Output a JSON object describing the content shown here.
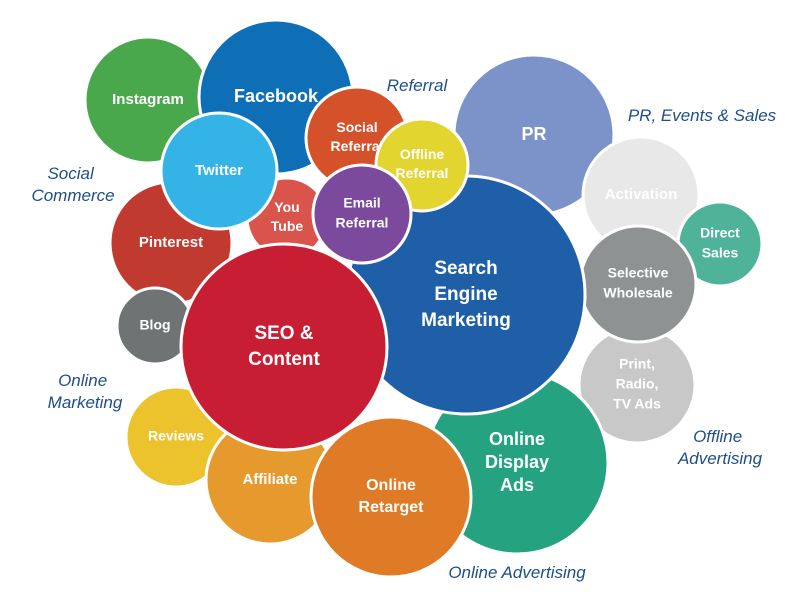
{
  "diagram": {
    "group_labels": {
      "referral": "Referral",
      "pr_events_sales": "PR, Events & Sales",
      "social_commerce": [
        "Social",
        "Commerce"
      ],
      "online_marketing": [
        "Online",
        "Marketing"
      ],
      "offline_advertising": [
        "Offline",
        "Advertising"
      ],
      "online_advertising": "Online Advertising"
    },
    "bubbles": {
      "instagram": {
        "lines": [
          "Instagram"
        ],
        "color": "#4aa84c"
      },
      "facebook": {
        "lines": [
          "Facebook"
        ],
        "color": "#0f6fb6"
      },
      "twitter": {
        "lines": [
          "Twitter"
        ],
        "color": "#34b3e7"
      },
      "social_referral": {
        "lines": [
          "Social",
          "Referral"
        ],
        "color": "#d4512a"
      },
      "offline_referral": {
        "lines": [
          "Offline",
          "Referral"
        ],
        "color": "#e2d530"
      },
      "email_referral": {
        "lines": [
          "Email",
          "Referral"
        ],
        "color": "#7b4a9c"
      },
      "pr": {
        "lines": [
          "PR"
        ],
        "color": "#7b93c8"
      },
      "activation": {
        "lines": [
          "Activation"
        ],
        "color": "#e8e8e8"
      },
      "direct_sales": {
        "lines": [
          "Direct",
          "Sales"
        ],
        "color": "#4fb39a"
      },
      "selective_wholesale": {
        "lines": [
          "Selective",
          "Wholesale"
        ],
        "color": "#8f9293"
      },
      "print_radio_tv": {
        "lines": [
          "Print,",
          "Radio,",
          "TV Ads"
        ],
        "color": "#c8c8c8"
      },
      "pinterest": {
        "lines": [
          "Pinterest"
        ],
        "color": "#c03a2f"
      },
      "youtube": {
        "lines": [
          "You",
          "Tube"
        ],
        "color": "#d9544a"
      },
      "blog": {
        "lines": [
          "Blog"
        ],
        "color": "#6f7373"
      },
      "seo_content": {
        "lines": [
          "SEO &",
          "Content"
        ],
        "color": "#c81e33"
      },
      "search_engine_marketing": {
        "lines": [
          "Search",
          "Engine",
          "Marketing"
        ],
        "color": "#1f5fa8"
      },
      "reviews": {
        "lines": [
          "Reviews"
        ],
        "color": "#ecc32d"
      },
      "affiliate": {
        "lines": [
          "Affiliate"
        ],
        "color": "#e69a2e"
      },
      "online_retarget": {
        "lines": [
          "Online",
          "Retarget"
        ],
        "color": "#df7a26"
      },
      "online_display_ads": {
        "lines": [
          "Online",
          "Display",
          "Ads"
        ],
        "color": "#25a27f"
      }
    }
  }
}
